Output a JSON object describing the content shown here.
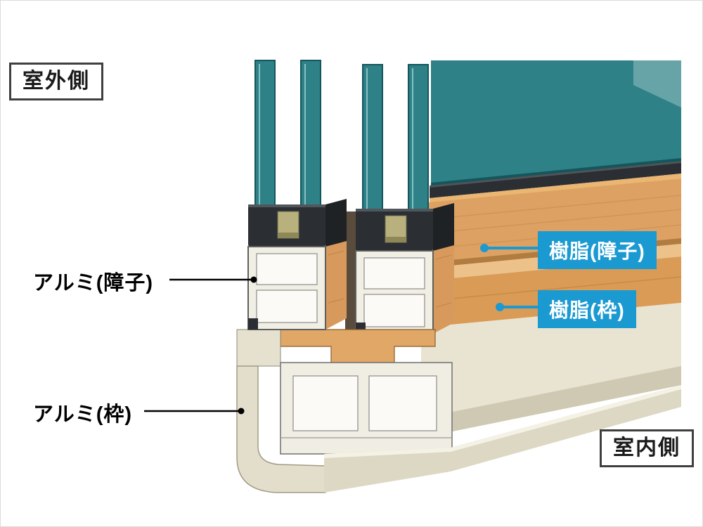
{
  "callouts": {
    "outdoor": {
      "label": "室外側"
    },
    "indoor": {
      "label": "室内側"
    },
    "aluminum_sash": {
      "label": "アルミ(障子)"
    },
    "aluminum_frame": {
      "label": "アルミ(枠)"
    },
    "resin_sash": {
      "label": "樹脂(障子)"
    },
    "resin_frame": {
      "label": "樹脂(枠)"
    }
  },
  "colors": {
    "callout_blue": "#1b9ad2",
    "callout_text": "#ffffff",
    "label_text": "#111111",
    "box_border": "#3f3f3f",
    "glass_teal": "#2d8187",
    "glass_edge": "#14565c",
    "gasket_dark": "#2b2f33",
    "spacer_khaki": "#b8b17d",
    "resin_tan": "#dda263",
    "resin_tan_light": "#edc28a",
    "resin_tan_shadow": "#b07c3f",
    "aluminum_cream": "#e9e4d2",
    "aluminum_cream_dark": "#cfc9b3",
    "outline_gray": "#6f6f6f",
    "background": "#ffffff"
  }
}
